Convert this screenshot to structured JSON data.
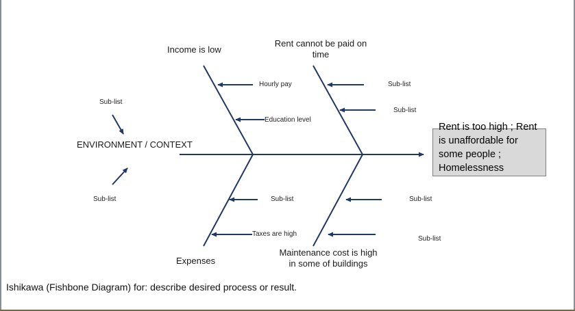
{
  "diagram": {
    "effect": "Rent is too high ; Rent is unaffordable for some people ; Homelessness",
    "context": {
      "label": "ENVIRONMENT / CONTEXT",
      "top_sublist": "Sub-list",
      "bottom_sublist": "Sub-list"
    },
    "categories": {
      "income": {
        "label": "Income is low",
        "causes": [
          "Hourly pay",
          "Education level"
        ]
      },
      "rent_paid": {
        "label": "Rent cannot be paid on time",
        "causes": [
          "Sub-list",
          "Sub-list"
        ]
      },
      "expenses": {
        "label": "Expenses",
        "causes": [
          "Sub-list",
          "Taxes are high"
        ]
      },
      "maintenance": {
        "label": "Maintenance cost is high in some of buildings",
        "causes": [
          "Sub-list",
          "Sub-list"
        ]
      }
    },
    "caption": "Ishikawa (Fishbone Diagram) for: describe desired process or result."
  },
  "colors": {
    "line": "#1f3864",
    "effect_box": "#d9d9d9",
    "effect_border": "#7f7f7f"
  }
}
